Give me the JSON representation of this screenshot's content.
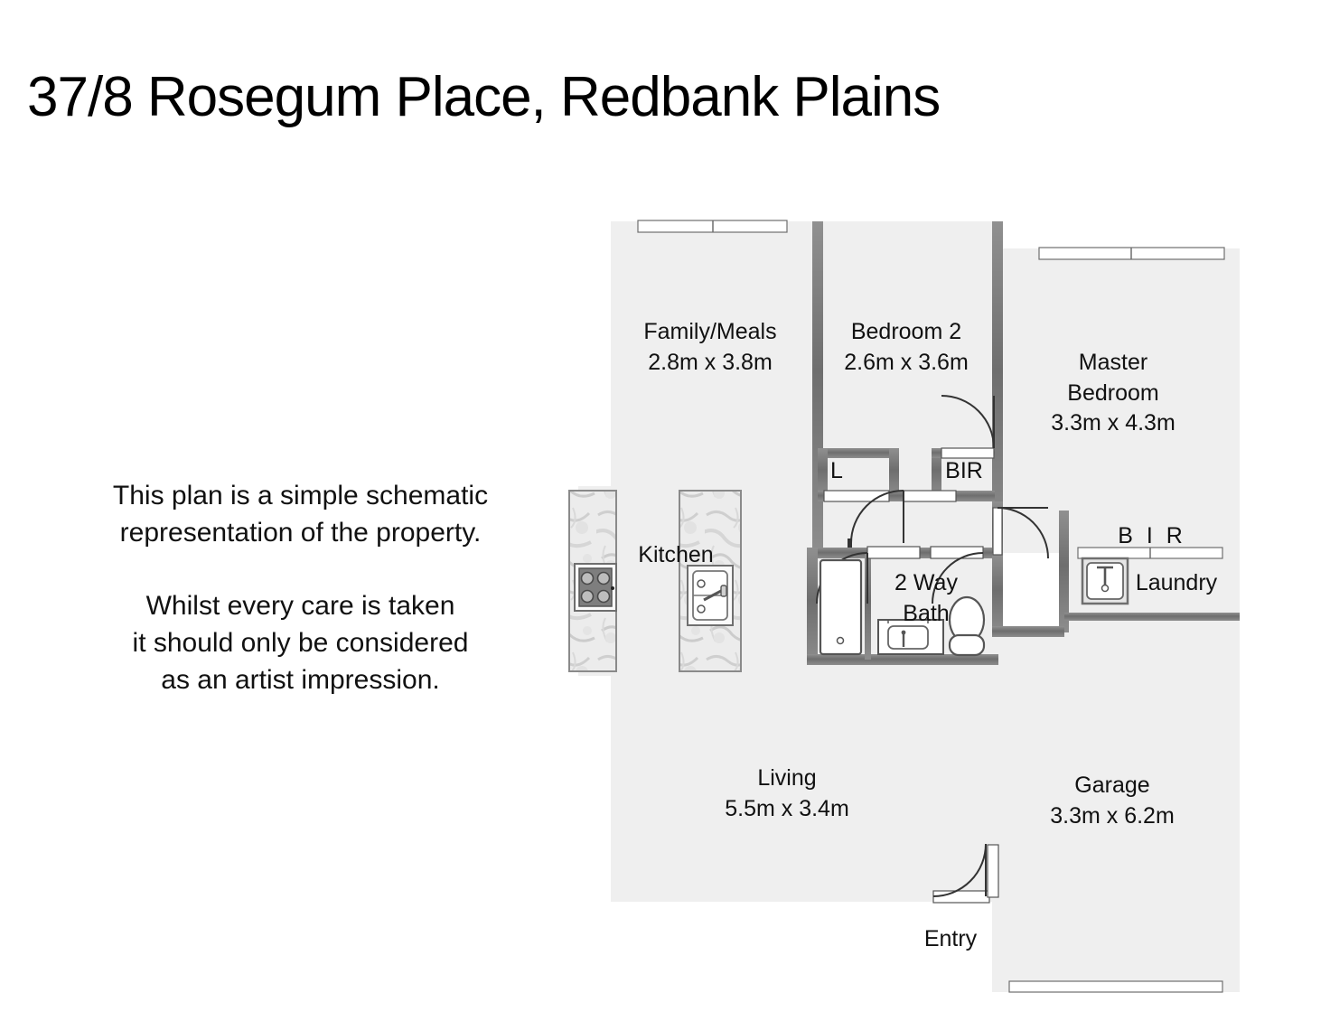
{
  "title": "37/8 Rosegum Place, Redbank Plains",
  "disclaimer": {
    "line1": "This plan is a simple schematic",
    "line2": "representation of the property.",
    "line3": "Whilst every care is taken",
    "line4": "it should only be considered",
    "line5": "as an artist impression."
  },
  "colors": {
    "wall": "#7a7a7a",
    "wall_dark": "#5a5a5a",
    "floor": "#efefef",
    "floor_alt": "#f1f1f1",
    "stone": "#e8e8e8",
    "opening": "#ffffff",
    "text": "#111111",
    "background": "#ffffff"
  },
  "rooms": [
    {
      "id": "family-meals",
      "name": "Family/Meals",
      "dims": "2.8m x 3.8m"
    },
    {
      "id": "bedroom-2",
      "name": "Bedroom 2",
      "dims": "2.6m x 3.6m"
    },
    {
      "id": "master-bedroom",
      "name": "Master",
      "name2": "Bedroom",
      "dims": "3.3m x 4.3m"
    },
    {
      "id": "living",
      "name": "Living",
      "dims": "5.5m x 3.4m"
    },
    {
      "id": "garage",
      "name": "Garage",
      "dims": "3.3m x 6.2m"
    }
  ],
  "labels": {
    "kitchen": "Kitchen",
    "linen": "L",
    "bir_bed2": "BIR",
    "bir_master": "B I R",
    "bath_line1": "2 Way",
    "bath_line2": "Bath",
    "laundry": "Laundry",
    "entry": "Entry"
  },
  "fixtures": [
    {
      "name": "cooktop",
      "room": "kitchen"
    },
    {
      "name": "kitchen-sink",
      "room": "kitchen"
    },
    {
      "name": "bathtub",
      "room": "2-way-bath"
    },
    {
      "name": "vanity-basin",
      "room": "2-way-bath"
    },
    {
      "name": "toilet",
      "room": "2-way-bath"
    },
    {
      "name": "laundry-tub",
      "room": "laundry"
    }
  ],
  "openings": [
    {
      "name": "window-family-meals",
      "type": "window"
    },
    {
      "name": "window-master-bedroom",
      "type": "window"
    },
    {
      "name": "window-master-bir",
      "type": "window"
    },
    {
      "name": "door-bedroom-2",
      "type": "door"
    },
    {
      "name": "door-bedroom-2-bir",
      "type": "door"
    },
    {
      "name": "door-linen",
      "type": "door"
    },
    {
      "name": "door-hall-bath",
      "type": "door"
    },
    {
      "name": "door-bath-master",
      "type": "door"
    },
    {
      "name": "door-entry",
      "type": "door"
    },
    {
      "name": "garage-door",
      "type": "roller-door"
    }
  ]
}
